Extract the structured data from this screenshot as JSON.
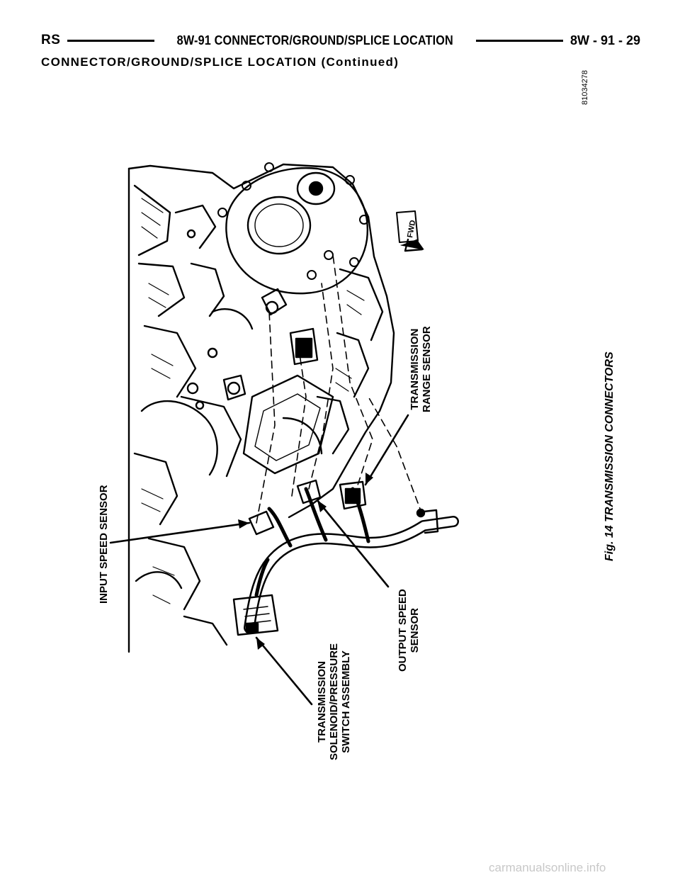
{
  "header": {
    "left": "RS",
    "center": "8W-91 CONNECTOR/GROUND/SPLICE LOCATION",
    "right": "8W - 91 - 29"
  },
  "section_title": "CONNECTOR/GROUND/SPLICE LOCATION (Continued)",
  "figure": {
    "id_code": "81034278",
    "caption": "Fig. 14 TRANSMISSION CONNECTORS",
    "fwd_marker": "FWD",
    "callouts": {
      "input_speed_sensor": [
        "INPUT SPEED SENSOR"
      ],
      "solenoid_switch": [
        "TRANSMISSION",
        "SOLENOID/PRESSURE",
        "SWITCH ASSEMBLY"
      ],
      "range_sensor": [
        "TRANSMISSION",
        "RANGE SENSOR"
      ],
      "output_speed_sensor": [
        "OUTPUT SPEED",
        "SENSOR"
      ]
    }
  },
  "watermark": "carmanualsonline.info"
}
